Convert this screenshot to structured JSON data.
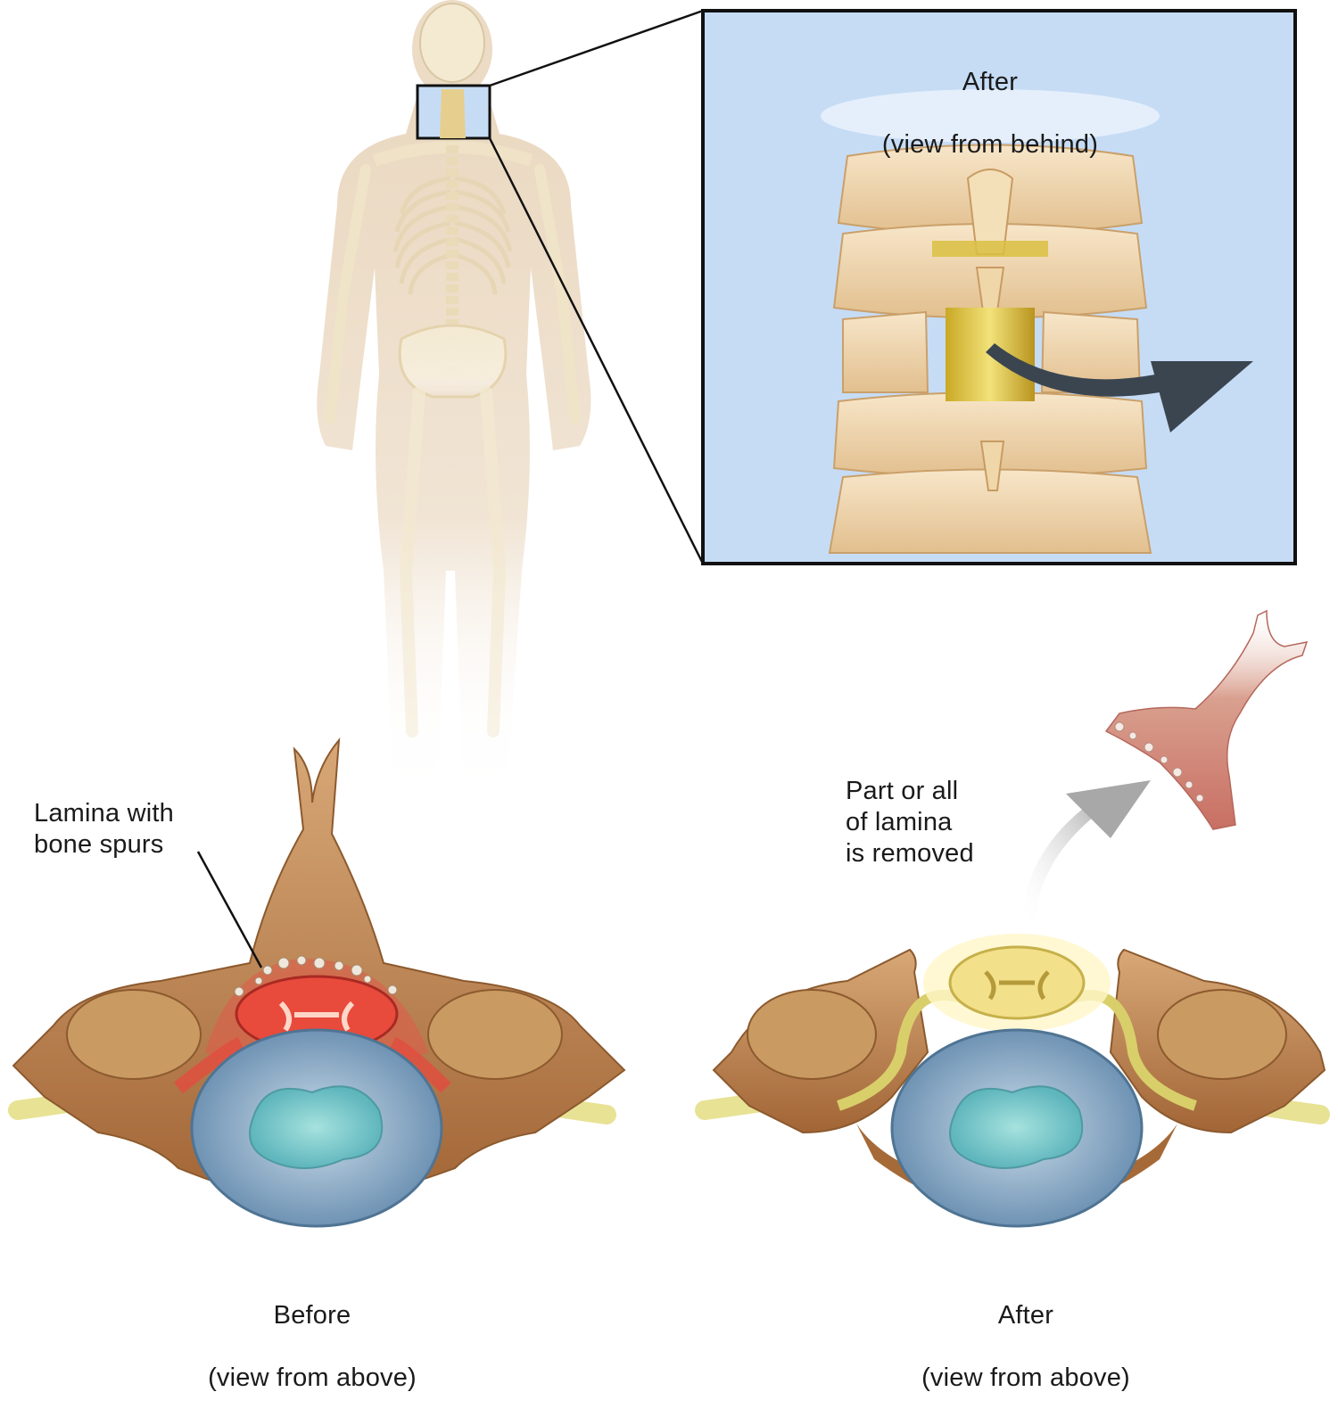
{
  "inset": {
    "caption_line1": "After",
    "caption_line2": "(view from behind)"
  },
  "labels": {
    "lamina_spurs": "Lamina with\nbone spurs",
    "lamina_removed": "Part or all\nof lamina\nis removed"
  },
  "captions": {
    "before_line1": "Before",
    "before_line2": "(view from above)",
    "after_line1": "After",
    "after_line2": "(view from above)"
  },
  "colors": {
    "inset_bg": "#c6dcf5",
    "bone": "#d9b07a",
    "bone_dark": "#a9703e",
    "disc_outer": "#7fa4c4",
    "disc_inner": "#7fcbcf",
    "nerve": "#d8cf6a",
    "cord_inflamed": "#e0403a",
    "spinal_cord_yellow": "#d6c04a",
    "arrow_dark": "#3a4550",
    "arrow_light": "#b8b8b8",
    "skin": "#ecdcc6"
  }
}
